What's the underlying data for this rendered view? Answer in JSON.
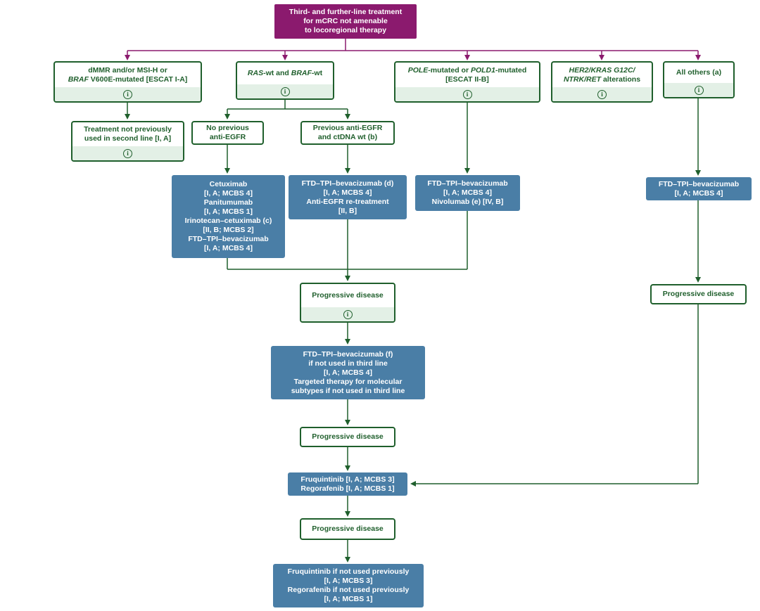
{
  "colors": {
    "root": "#8b1a6e",
    "green_border": "#1f5f2c",
    "green_band": "#e3f0e6",
    "treatment": "#4a7ea6"
  },
  "root": {
    "lines": [
      "Third- and further-line treatment",
      "for mCRC not amenable",
      "to locoregional therapy"
    ]
  },
  "categories": [
    {
      "line1_a": "dMMR and/or MSI-H or",
      "line2_italic": "BRAF",
      "line2_rest": " V600E-mutated [ESCAT I-A]",
      "icon": "info-icon"
    },
    {
      "italic_a": "RAS",
      "text_b": "-wt and ",
      "italic_c": "BRAF",
      "text_d": "-wt",
      "icon": "info-icon"
    },
    {
      "italic_a": "POLE",
      "text_b": "-mutated or ",
      "italic_c": "POLD1",
      "text_d": "-mutated",
      "line2": "[ESCAT II-B]",
      "icon": "info-icon"
    },
    {
      "line1_italic": "HER2/KRAS G12C/",
      "line2_italic": "NTRK/RET",
      "line2_rest": " alterations",
      "icon": "info-icon"
    },
    {
      "line1": "All others (a)",
      "icon": "info-icon"
    }
  ],
  "sub_boxes": {
    "treatment_not_previous": [
      "Treatment not previously",
      "used in second line [I, A]"
    ],
    "no_previous": [
      "No previous",
      "anti-EGFR"
    ],
    "previous": [
      "Previous anti-EGFR",
      "and ctDNA wt (b)"
    ]
  },
  "treatments": {
    "cetuximab": [
      "Cetuximab",
      "[I, A; MCBS 4]",
      "Panitumumab",
      "[I, A; MCBS 1]",
      "Irinotecan–cetuximab (c)",
      "[II, B; MCBS 2]",
      "FTD–TPI–bevacizumab",
      "[I, A; MCBS 4]"
    ],
    "ftd_d": [
      "FTD–TPI–bevacizumab (d)",
      "[I, A; MCBS 4]",
      "Anti-EGFR re-treatment",
      "[II, B]"
    ],
    "ftd_nivo": [
      "FTD–TPI–bevacizumab",
      "[I, A; MCBS 4]",
      "Nivolumab (e) [IV, B]"
    ],
    "ftd_right": [
      "FTD–TPI–bevacizumab",
      "[I, A; MCBS 4]"
    ],
    "ftd_f": [
      "FTD–TPI–bevacizumab (f)",
      "if not used in third line",
      "[I, A; MCBS 4]",
      "Targeted therapy for molecular",
      "subtypes if not used in third line"
    ],
    "fruq_rego": [
      "Fruquintinib [I, A; MCBS 3]",
      "Regorafenib [I, A; MCBS 1]"
    ],
    "final": [
      "Fruquintinib if not used previously",
      "[I, A; MCBS 3]",
      "Regorafenib if not used previously",
      "[I, A; MCBS 1]"
    ]
  },
  "progressive": {
    "pd1": "Progressive disease",
    "pd_right": "Progressive disease",
    "pd2": "Progressive disease",
    "pd3": "Progressive disease"
  },
  "info_glyph": "i"
}
